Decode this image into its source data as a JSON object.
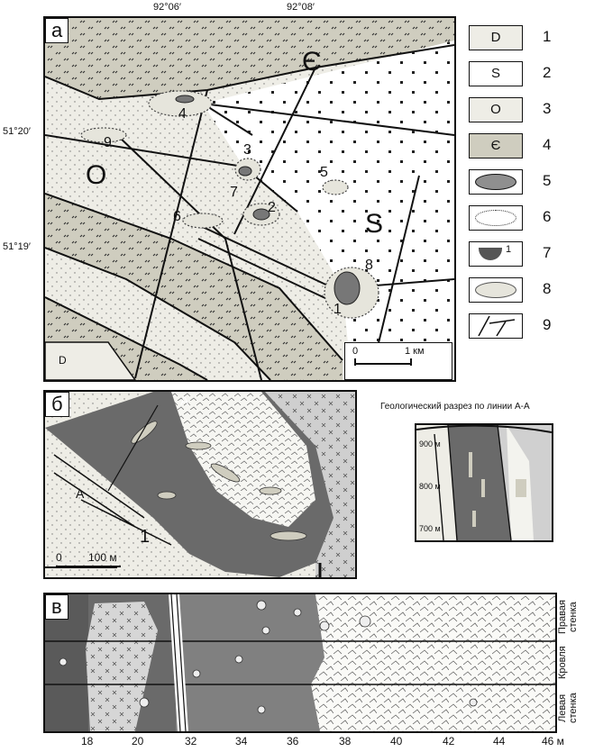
{
  "panel_a": {
    "letter": "а",
    "coords_top": [
      "92°06′",
      "92°08′"
    ],
    "coords_left": [
      "51°20′",
      "51°19′"
    ],
    "unit_labels": [
      "Є",
      "O",
      "S",
      "D"
    ],
    "site_numbers": [
      "1",
      "2",
      "3",
      "4",
      "5",
      "6",
      "7",
      "8",
      "9"
    ],
    "scale": {
      "start": "0",
      "end": "1 км"
    }
  },
  "legend": {
    "items": [
      {
        "num": "1",
        "symbol": "D"
      },
      {
        "num": "2",
        "symbol": "S"
      },
      {
        "num": "3",
        "symbol": "O"
      },
      {
        "num": "4",
        "symbol": "Є"
      },
      {
        "num": "5",
        "symbol": ""
      },
      {
        "num": "6",
        "symbol": ""
      },
      {
        "num": "7",
        "symbol": "1"
      },
      {
        "num": "8",
        "symbol": ""
      },
      {
        "num": "9",
        "symbol": ""
      }
    ]
  },
  "panel_b": {
    "letter": "б",
    "line_label_a1": "А",
    "line_label_a2": "А",
    "label_1": "1",
    "scale": {
      "start": "0",
      "end": "100 м"
    }
  },
  "section": {
    "title": "Геологический разрез по линии А-А",
    "elevations": [
      "900 м",
      "800 м",
      "700 м"
    ]
  },
  "panel_c": {
    "letter": "в",
    "walls": [
      "Правая стенка",
      "Кровля",
      "Левая стенка"
    ],
    "x_ticks": [
      "18",
      "20",
      "32",
      "34",
      "36",
      "38",
      "40",
      "42",
      "44",
      "46 м"
    ]
  },
  "colors": {
    "dark_ore": "#6a6a6a",
    "mid_ore": "#8f8f8f",
    "light_fill": "#eeede6",
    "cambrian": "#cfcdbf",
    "white": "#ffffff"
  }
}
